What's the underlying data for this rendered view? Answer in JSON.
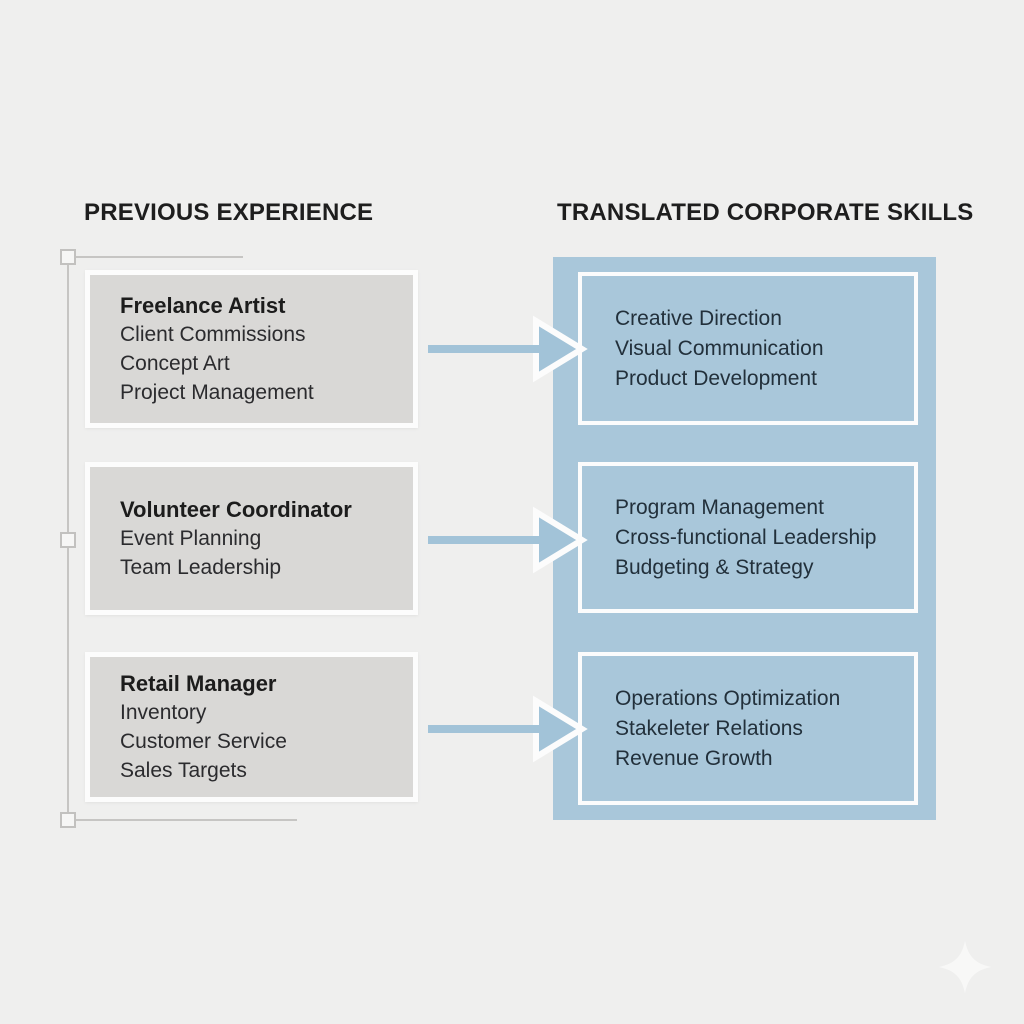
{
  "headers": {
    "left": "PREVIOUS EXPERIENCE",
    "right": "TRANSLATED CORPORATE SKILLS"
  },
  "experience_boxes": [
    {
      "title": "Freelance Artist",
      "items": [
        "Client Commissions",
        "Concept Art",
        "Project Management"
      ]
    },
    {
      "title": "Volunteer Coordinator",
      "items": [
        "Event Planning",
        "Team Leadership"
      ]
    },
    {
      "title": "Retail Manager",
      "items": [
        "Inventory",
        "Customer Service",
        "Sales Targets"
      ]
    }
  ],
  "skill_boxes": [
    {
      "items": [
        "Creative Direction",
        "Visual Communication",
        "Product Development"
      ]
    },
    {
      "items": [
        "Program Management",
        "Cross-functional Leadership",
        "Budgeting & Strategy"
      ]
    },
    {
      "items": [
        "Operations Optimization",
        "Stakeleter Relations",
        "Revenue Growth"
      ]
    }
  ],
  "icons": {
    "arrow": "right-arrow-icon",
    "sparkle": "sparkle-icon"
  },
  "colors": {
    "background": "#efefee",
    "experience_box_fill": "#d9d8d6",
    "skill_panel_fill": "#a9c7da",
    "arrow_fill": "#a2c3d8",
    "box_border_white": "#fcfcfc",
    "guide_line_gray": "#c6c5c3",
    "heading_text": "#1e1e1e",
    "experience_text": "#2b2b2e",
    "skill_text": "#22303b"
  }
}
